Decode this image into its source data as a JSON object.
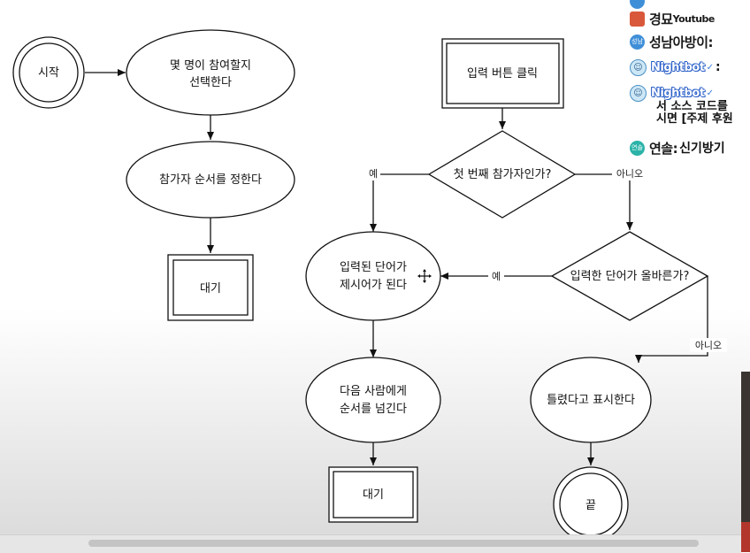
{
  "diagram": {
    "nodes": {
      "start": "시작",
      "choose_count_1": "몇 명이 참여할지",
      "choose_count_2": "선택한다",
      "set_order": "참가자 순서를 정한다",
      "wait_left": "대기",
      "input_click": "입력 버튼 클릭",
      "first_player": "첫 번째 참가자인가?",
      "word_correct": "입력한 단어가 올바른가?",
      "becomes_prompt_1": "입력된 단어가",
      "becomes_prompt_2": "제시어가 된다",
      "pass_turn_1": "다음 사람에게",
      "pass_turn_2": "순서를 넘긴다",
      "wait_bottom": "대기",
      "show_wrong": "틀렸다고 표시한다",
      "end": "끝"
    },
    "edge_labels": {
      "first_yes": "예",
      "first_no": "아니오",
      "correct_yes": "예",
      "correct_no": "아니오"
    }
  },
  "chat": {
    "line1_author": "경묘",
    "line1_suffix": "Youtube",
    "line2_author": "성남아방이:",
    "line2_badge": "성남",
    "line3_author": "Nightbot",
    "line3_sep": ":",
    "line4_author": "Nightbot",
    "line4_msg_1": "서 소스 코드를",
    "line4_msg_2": "시면 [주제 후원",
    "line5_author": "연솔:",
    "line5_msg": "신기방기",
    "line5_badge": "연솔"
  },
  "colors": {
    "stroke": "#111111",
    "bot_badge": "#2a5fc8"
  }
}
